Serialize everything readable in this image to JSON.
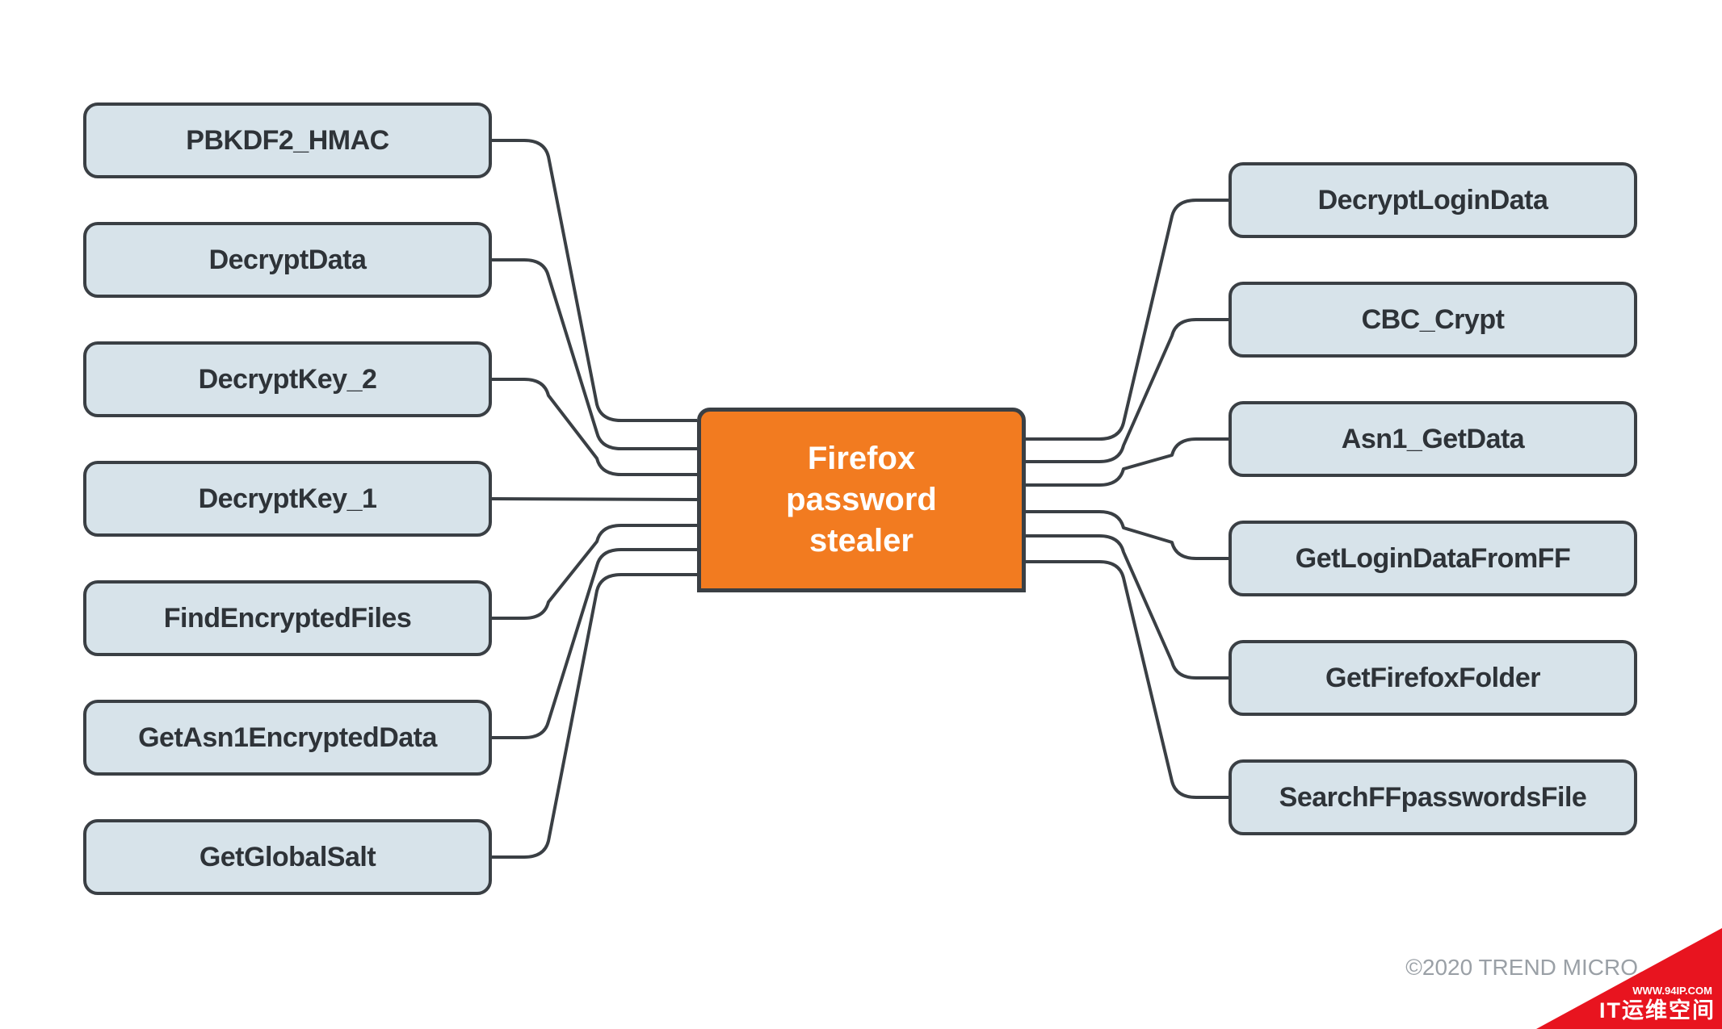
{
  "center": {
    "label": "Firefox\npassword\nstealer"
  },
  "left_nodes": [
    "PBKDF2_HMAC",
    "DecryptData",
    "DecryptKey_2",
    "DecryptKey_1",
    "FindEncryptedFiles",
    "GetAsn1EncryptedData",
    "GetGlobalSalt"
  ],
  "right_nodes": [
    "DecryptLoginData",
    "CBC_Crypt",
    "Asn1_GetData",
    "GetLoginDataFromFF",
    "GetFirefoxFolder",
    "SearchFFpasswordsFile"
  ],
  "copyright": "©2020 TREND MICRO",
  "watermark": {
    "url": "WWW.94IP.COM",
    "text": "IT运维空间"
  },
  "colors": {
    "center_fill": "#f27b20",
    "node_fill": "#d7e3ea",
    "outline": "#3a3f44",
    "watermark": "#e8141f"
  }
}
